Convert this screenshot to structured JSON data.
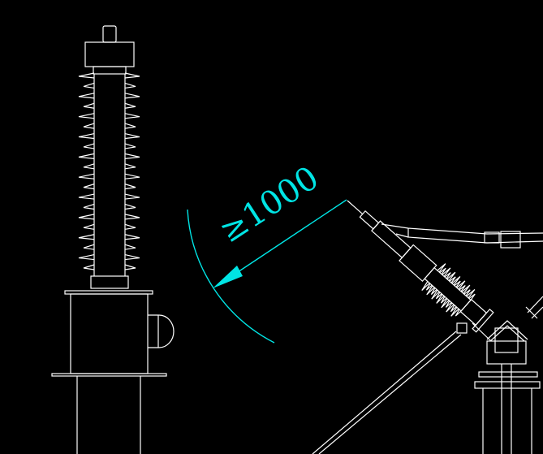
{
  "drawing": {
    "dimension": {
      "label": "≥1000",
      "value": 1000,
      "qualifier": "greater-than-or-equal"
    },
    "colors": {
      "background": "#000000",
      "geometry": "#ffffff",
      "dimension": "#00e5e5"
    },
    "insulator_sheds": 20,
    "bellows_fins": 14
  }
}
